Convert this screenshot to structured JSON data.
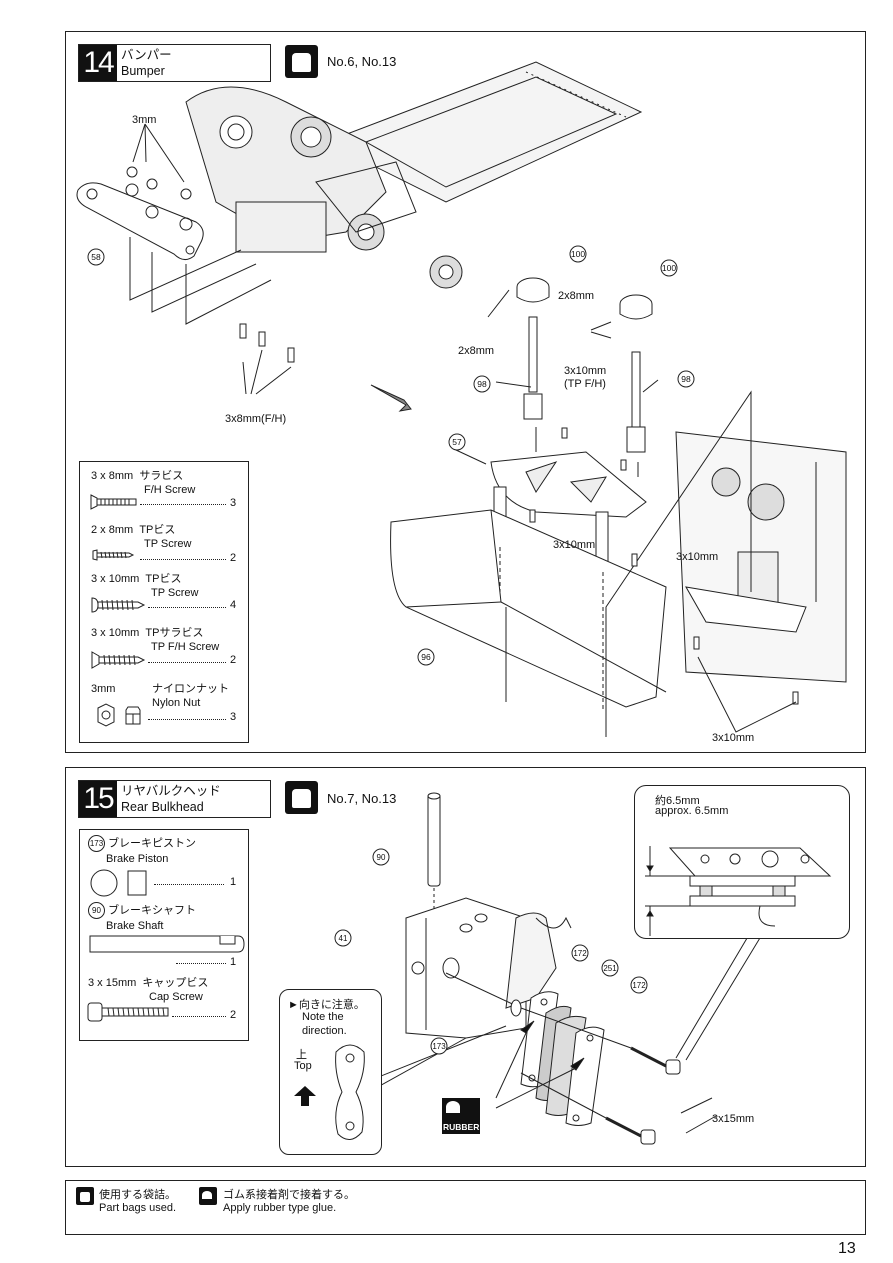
{
  "step14": {
    "number": "14",
    "title_jp": "バンパー",
    "title_en": "Bumper",
    "bags": "No.6, No.13",
    "labels": {
      "nut_size": "3mm",
      "screw_fh": "3x8mm(F/H)",
      "tp_2x8_a": "2x8mm",
      "tp_2x8_b": "2x8mm",
      "tpfh": "3x10mm",
      "tpfh_sub": "(TP F/H)",
      "tp_3x10_a": "3x10mm",
      "tp_3x10_b": "3x10mm",
      "tp_3x10_c": "3x10mm"
    },
    "parts": [
      "58",
      "100",
      "100",
      "98",
      "98",
      "57",
      "96"
    ],
    "legend": [
      {
        "size": "3 x 8mm",
        "jp": "サラビス",
        "en": "F/H Screw",
        "qty": "3"
      },
      {
        "size": "2 x 8mm",
        "jp": "TPビス",
        "en": "TP Screw",
        "qty": "2"
      },
      {
        "size": "3 x 10mm",
        "jp": "TPビス",
        "en": "TP Screw",
        "qty": "4"
      },
      {
        "size": "3 x 10mm",
        "jp": "TPサラビス",
        "en": "TP F/H Screw",
        "qty": "2"
      },
      {
        "size": "3mm",
        "jp": "ナイロンナット",
        "en": "Nylon Nut",
        "qty": "3"
      }
    ]
  },
  "step15": {
    "number": "15",
    "title_jp": "リヤバルクヘッド",
    "title_en": "Rear Bulkhead",
    "bags": "No.7, No.13",
    "labels": {
      "cap": "3x15mm",
      "approx_jp": "約6.5mm",
      "approx_en": "approx. 6.5mm",
      "rubber": "RUBBER"
    },
    "parts": [
      "90",
      "41",
      "172",
      "251",
      "172",
      "173"
    ],
    "note": {
      "jp": "►向きに注意。",
      "en1": "Note the",
      "en2": "direction.",
      "top_jp": "上",
      "top_en": "Top"
    },
    "legend": [
      {
        "num": "173",
        "jp": "ブレーキピストン",
        "en": "Brake Piston",
        "qty": "1"
      },
      {
        "num": "90",
        "jp": "ブレーキシャフト",
        "en": "Brake Shaft",
        "qty": "1"
      },
      {
        "size": "3 x 15mm",
        "jp": "キャップビス",
        "en": "Cap Screw",
        "qty": "2"
      }
    ]
  },
  "footer": {
    "bag_jp": "使用する袋詰。",
    "bag_en": "Part bags used.",
    "glue_jp": "ゴム系接着剤で接着する。",
    "glue_en": "Apply rubber type glue."
  },
  "page_number": "13"
}
